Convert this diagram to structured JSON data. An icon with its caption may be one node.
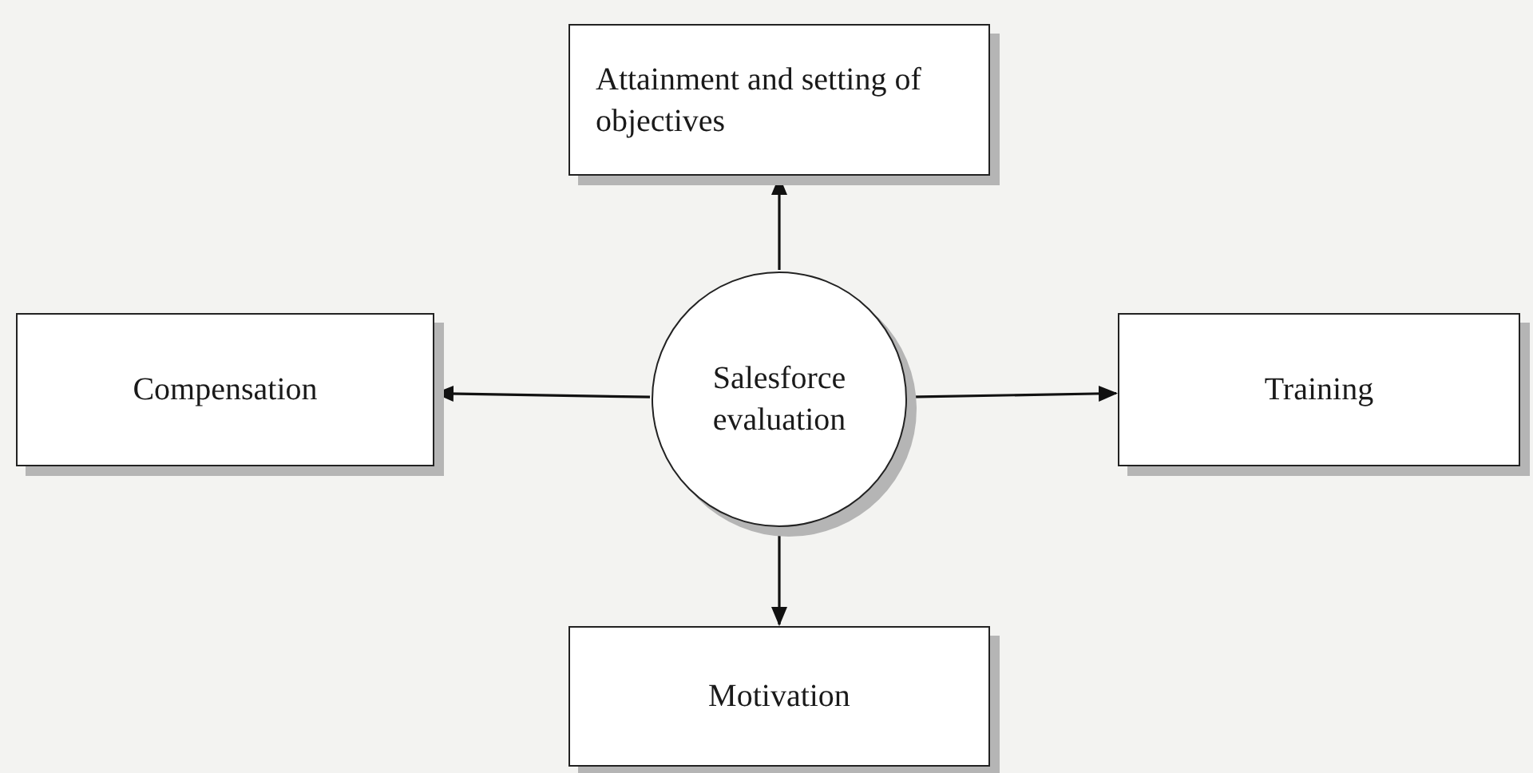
{
  "diagram": {
    "nodes": [
      {
        "text": [
          "Attainment and setting of objectives"
        ]
      },
      {
        "text": [
          "Compensation"
        ]
      },
      {
        "text": [
          "Salesforce evaluation"
        ]
      },
      {
        "text": [
          "Training"
        ]
      },
      {
        "text": [
          "Motivation"
        ]
      }
    ],
    "edges": [
      {
        "from": 2,
        "to": 0,
        "arrow": "to"
      },
      {
        "from": 2,
        "to": 1,
        "arrow": "to"
      },
      {
        "from": 2,
        "to": 3,
        "arrow": "to"
      },
      {
        "from": 2,
        "to": 4,
        "arrow": "to"
      }
    ]
  }
}
